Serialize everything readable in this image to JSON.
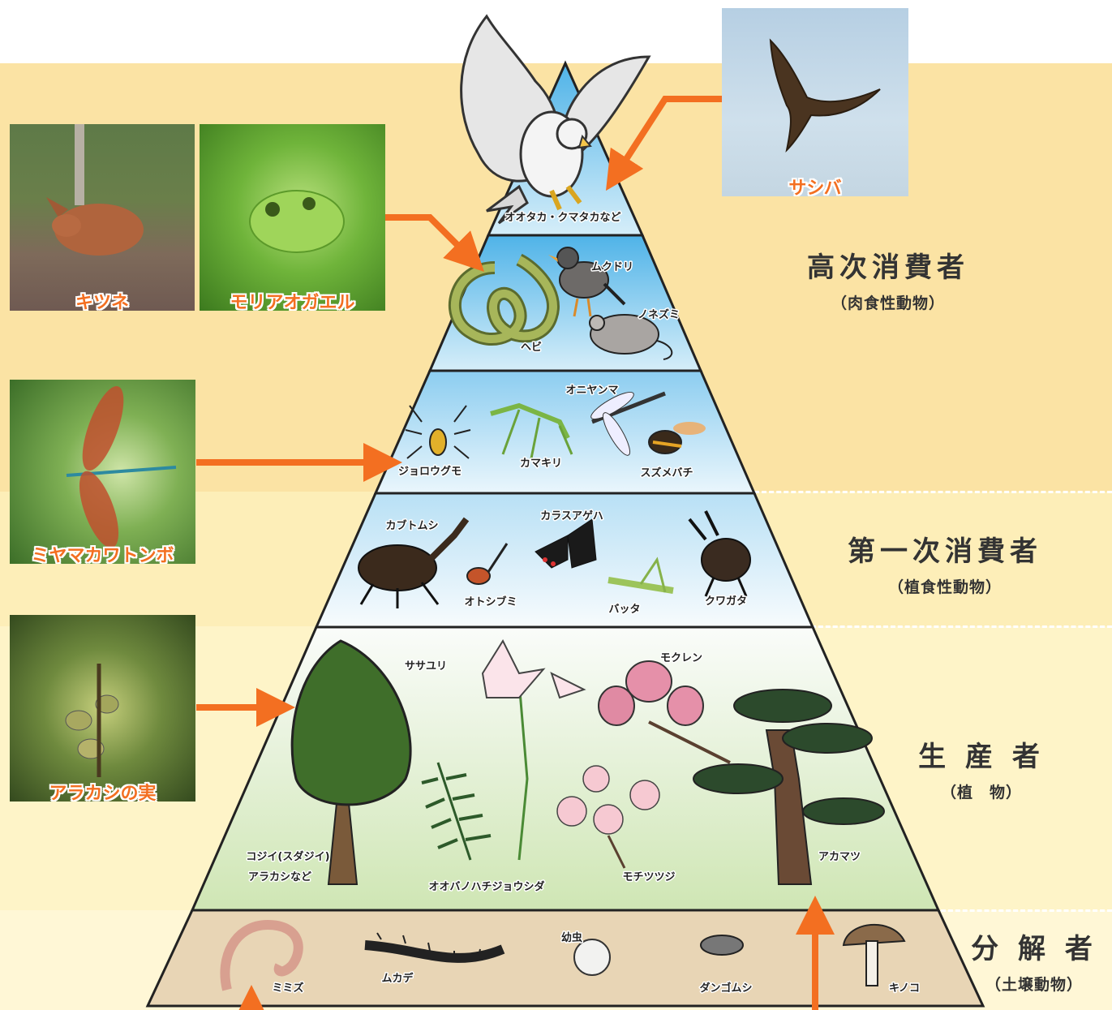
{
  "levels": [
    {
      "id": "high",
      "title": "高次消費者",
      "subtitle": "（肉食性動物）"
    },
    {
      "id": "first",
      "title": "第一次消費者",
      "subtitle": "（植食性動物）"
    },
    {
      "id": "producer",
      "title": "生 産 者",
      "subtitle": "（植　物）"
    },
    {
      "id": "decomposer",
      "title": "分 解 者",
      "subtitle": "（土壌動物）"
    }
  ],
  "photos": [
    {
      "id": "sashiba",
      "label": "サシバ"
    },
    {
      "id": "kitsune",
      "label": "キツネ"
    },
    {
      "id": "moriaogaeru",
      "label": "モリアオガエル"
    },
    {
      "id": "miyamakawatonbo",
      "label": "ミヤマカワトンボ"
    },
    {
      "id": "arakashi-fruit",
      "label": "アラカシの実"
    }
  ],
  "pyramid_labels": {
    "raptors": "オオタカ・クマタカなど",
    "mukudori": "ムクドリ",
    "nezumi": "ノネズミ",
    "hebi": "ヘビ",
    "oniyanma": "オニヤンマ",
    "jorougumo": "ジョロウグモ",
    "kamakiri": "カマキリ",
    "suzumebachi": "スズメバチ",
    "kabutomushi": "カブトムシ",
    "karasuageha": "カラスアゲハ",
    "otoshibumi": "オトシブミ",
    "batta": "バッタ",
    "kuwagata": "クワガタ",
    "sasayuri": "ササユリ",
    "mokuren": "モクレン",
    "kojii_line1": "コジイ(スダジイ)",
    "kojii_line2": "アラカシなど",
    "ohbanohachijoushida": "オオバノハチジョウシダ",
    "mochitsutsuji": "モチツツジ",
    "akamatsu": "アカマツ",
    "mimizu": "ミミズ",
    "mukade": "ムカデ",
    "youchu": "幼虫",
    "dangomushi": "ダンゴムシ",
    "kinoko": "キノコ"
  },
  "colors": {
    "arrow": "#f36f21",
    "band_high": "#fbe3a4",
    "band_first": "#fdeeb8",
    "band_producer": "#fef4c8",
    "band_decomposer": "#fff7d6",
    "soil": "#e8d5b5"
  }
}
